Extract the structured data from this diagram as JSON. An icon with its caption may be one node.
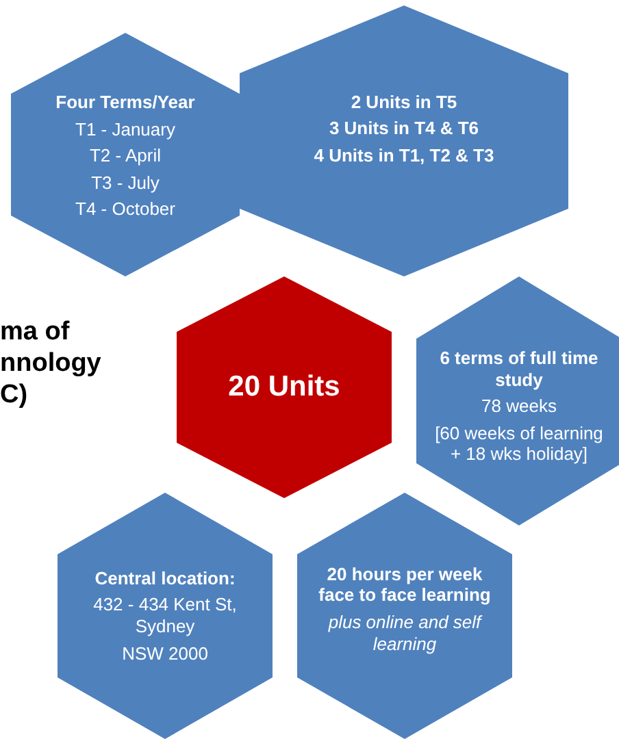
{
  "diagram": {
    "nodes": [
      {
        "text": [
          "Four Terms/Year",
          "T1 - January",
          "T2  - April",
          "T3 - July",
          "T4 - October"
        ]
      },
      {
        "text": [
          "2 Units in T5",
          "3 Units in T4 & T6",
          "4 Units in T1, T2 & T3"
        ]
      },
      {
        "text": [
          "20 Units"
        ]
      },
      {
        "text": [
          "6 terms  of full time study",
          "78 weeks",
          "[60 weeks of learning + 18 wks holiday]"
        ]
      },
      {
        "text": [
          "Central location:",
          "432 - 434 Kent St, Sydney",
          "NSW 2000"
        ]
      },
      {
        "text": [
          "20 hours per week face to face learning",
          "plus online and self learning"
        ]
      }
    ],
    "labels": [
      "ma of nnology C)"
    ]
  }
}
